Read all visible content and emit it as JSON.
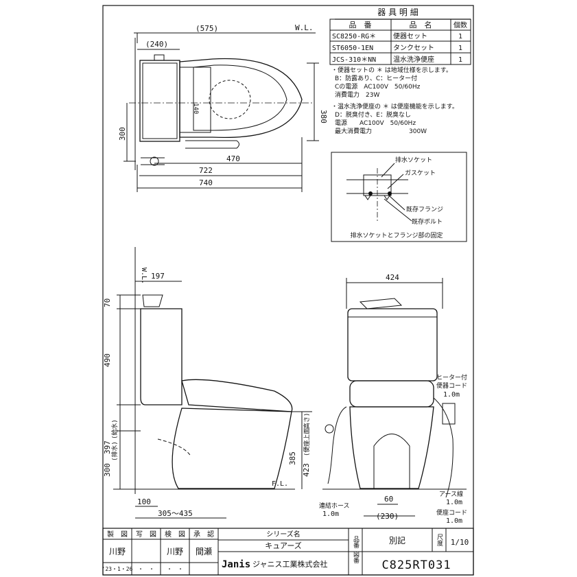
{
  "parts_table": {
    "title": "器 具 明 細",
    "headers": [
      "品　番",
      "品　名",
      "個数"
    ],
    "rows": [
      {
        "code": "SC8250-RG＊",
        "name": "便器セット",
        "qty": "1"
      },
      {
        "code": "ST6050-1EN",
        "name": "タンクセット",
        "qty": "1"
      },
      {
        "code": "JCS-310＊NN",
        "name": "温水洗浄便座",
        "qty": "1"
      }
    ]
  },
  "notes": [
    "・便器セットの ＊ は地域仕様を示します。",
    "B：防露あり、C：ヒーター付",
    "Cの電源　AC100V　50/60Hz",
    "消費電力　23W",
    "・温水洗浄便座の ＊ は便座機能を示します。",
    "D：脱臭付き、E：脱臭なし",
    "電源　　AC100V　50/60Hz",
    "最大消費電力　　　　　　300W"
  ],
  "plan_view": {
    "wl": "W.L.",
    "dim_575": "(575)",
    "dim_240": "(240)",
    "dim_380": "380",
    "dim_300": "300",
    "dim_470": "470",
    "dim_722": "722",
    "dim_740": "740",
    "dim_140": "140"
  },
  "detail": {
    "labels": [
      "排水ソケット",
      "ガスケット",
      "既存フランジ",
      "既存ボルト"
    ],
    "caption": "排水ソケットとフランジ部の固定"
  },
  "side_view": {
    "wl": "W.L.",
    "fl": "F.L.",
    "dims": [
      "197",
      "70",
      "490",
      "397",
      "(給水)",
      "300",
      "(排水)",
      "385",
      "423",
      "(便座上面",
      "高さ)",
      "100",
      "305～435"
    ]
  },
  "front_view": {
    "dim_424": "424",
    "dim_60": "60",
    "dim_230": "(230)",
    "cord_heater": [
      "ヒーター付",
      "便器コード",
      "1.0m"
    ],
    "earth_wire": [
      "アース線",
      "1.0m"
    ],
    "seat_cord": [
      "便座コード",
      "1.0m"
    ],
    "hose": [
      "連結ホース",
      "1.0m"
    ]
  },
  "title_block": {
    "headers": [
      "製　図",
      "写　図",
      "検　図",
      "承　認"
    ],
    "names": [
      "川野",
      "",
      "川野",
      "間瀬"
    ],
    "date": "'23・1・26",
    "date_blanks": [
      "・　・",
      "・　・"
    ],
    "series_label": "シリーズ名",
    "series_value": "キュアーズ",
    "hinban_label": "品番",
    "hinban_value": "別記",
    "scale_label": "尺度",
    "scale_value": "1/10",
    "company_logo": "Janis",
    "company_name": "ジャニス工業株式会社",
    "zuban_label": "図番",
    "zuban_value": "C825RT031"
  }
}
